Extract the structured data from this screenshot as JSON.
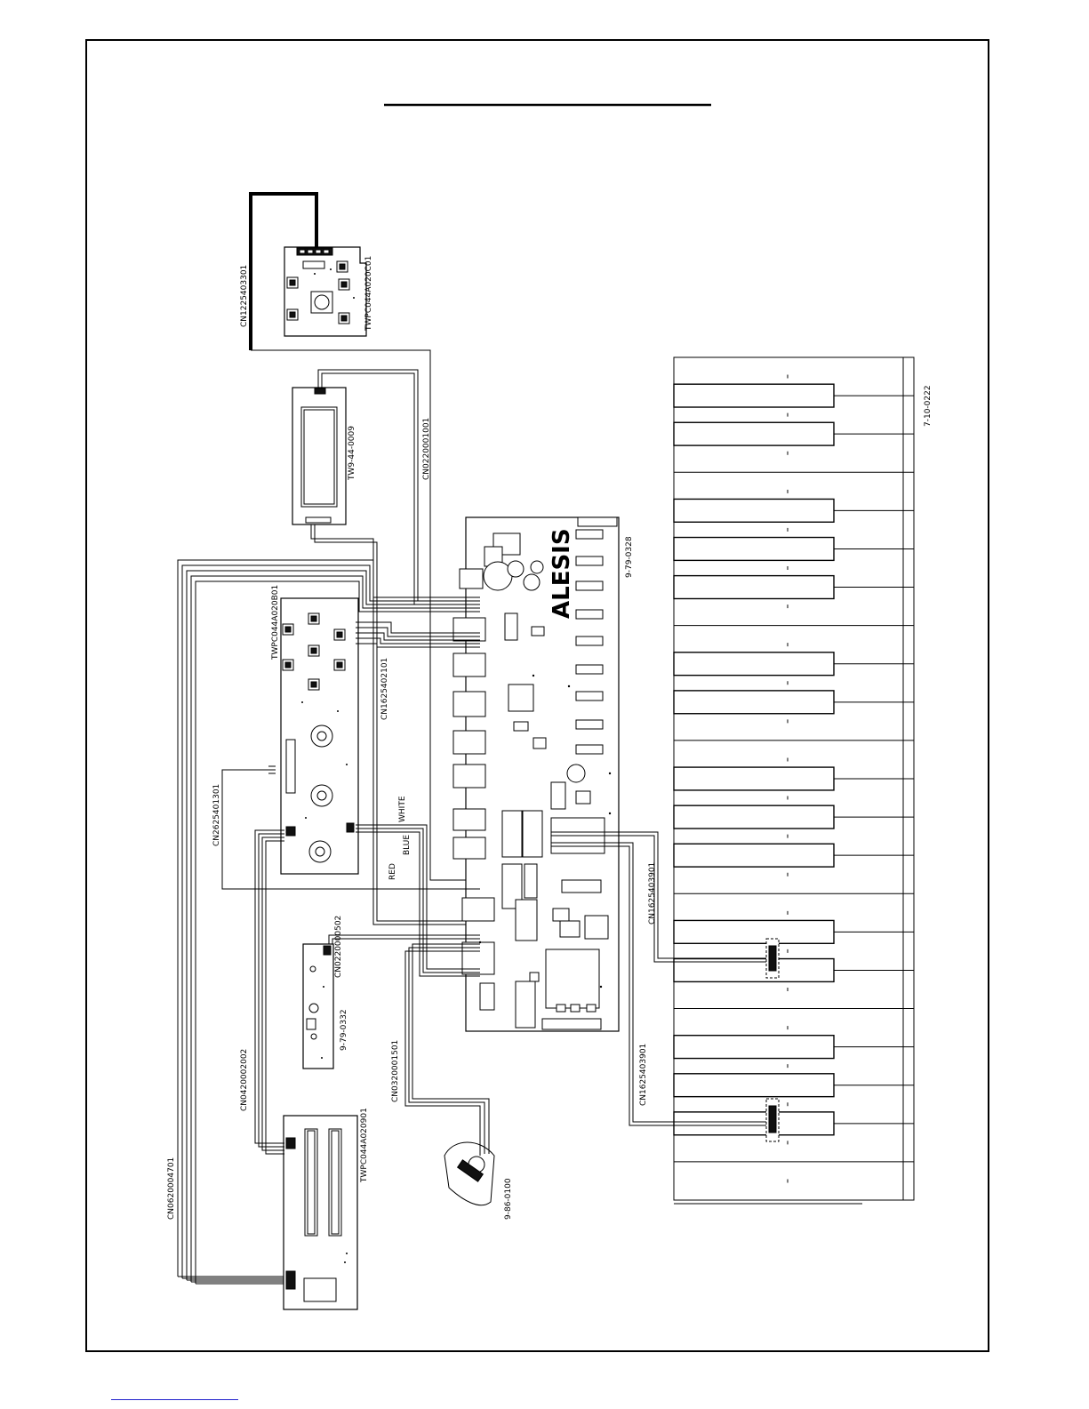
{
  "title": "",
  "parts": {
    "top_panel_board": "TWPC044A020C01",
    "lcd_display": "TW9-44-0009",
    "main_board": "9-79-0328",
    "button_panel_board": "TWPC044A020B01",
    "small_board": "9-79-0332",
    "slider_board": "TWPC044A020901",
    "pitch_wheel": "9-86-0100",
    "keyboard": "7-10-0222"
  },
  "cables": {
    "top_panel_cable": "CN1225403301",
    "lcd_cable": "CN0220001001",
    "button_panel_cable": "CN1625402101",
    "button_panel_cable_2": "CN2625401301",
    "small_board_cable": "CN0220000502",
    "slider_cable": "CN0420002002",
    "wheel_cable": "CN0320001501",
    "slider_cable_long": "CN0620004701",
    "keyboard_cable_upper": "CN1625403901",
    "keyboard_cable_lower": "CN1625403901"
  },
  "wire_colors": {
    "white": "WHITE",
    "blue": "BLUE",
    "red": "RED"
  },
  "logo": "ALESIS"
}
